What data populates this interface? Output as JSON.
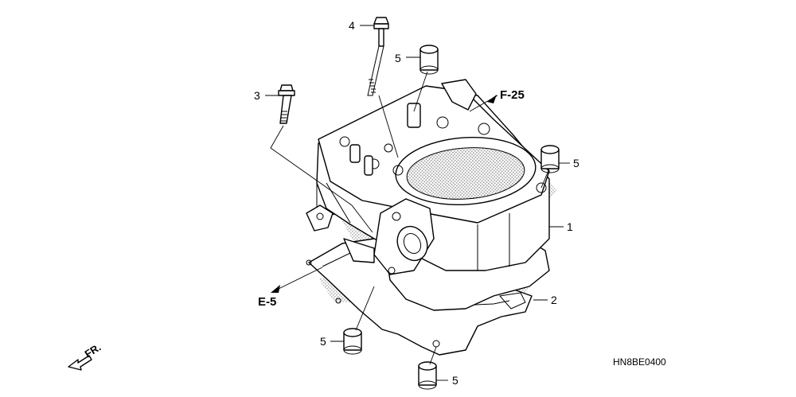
{
  "diagram": {
    "callouts": [
      {
        "id": "1",
        "text": "1"
      },
      {
        "id": "2",
        "text": "2"
      },
      {
        "id": "3",
        "text": "3"
      },
      {
        "id": "4",
        "text": "4"
      },
      {
        "id": "5a",
        "text": "5"
      },
      {
        "id": "5b",
        "text": "5"
      },
      {
        "id": "5c",
        "text": "5"
      },
      {
        "id": "5d",
        "text": "5"
      }
    ],
    "references": {
      "f25": "F-25",
      "e5": "E-5"
    },
    "direction_label": "FR.",
    "diagram_code": "HN8BE0400",
    "colors": {
      "line": "#000000",
      "stipple": "#bdbdbd",
      "background": "#ffffff"
    }
  }
}
